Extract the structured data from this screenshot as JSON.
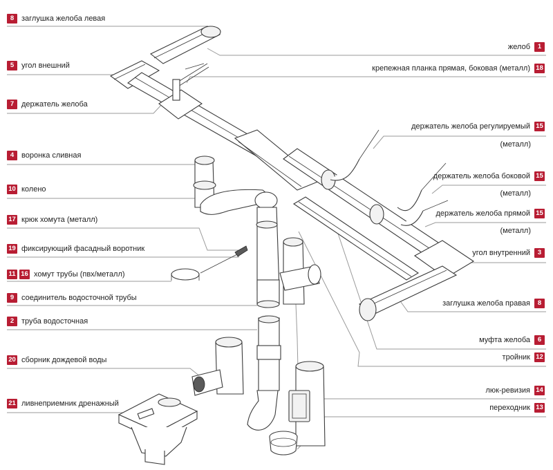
{
  "accent_color": "#b81d33",
  "left_labels": [
    {
      "num": "8",
      "text": "заглушка желоба левая"
    },
    {
      "num": "5",
      "text": "угол внешний"
    },
    {
      "num": "7",
      "text": "держатель желоба"
    },
    {
      "num": "4",
      "text": "воронка сливная"
    },
    {
      "num": "10",
      "text": "колено"
    },
    {
      "num": "17",
      "text": "крюк хомута (металл)"
    },
    {
      "num": "19",
      "text": "фиксирующий фасадный воротник"
    },
    {
      "num": "11",
      "num2": "16",
      "text": "хомут трубы (пвх/металл)"
    },
    {
      "num": "9",
      "text": "соединитель водосточной трубы"
    },
    {
      "num": "2",
      "text": "труба водосточная"
    },
    {
      "num": "20",
      "text": "сборник дождевой воды"
    },
    {
      "num": "21",
      "text": "ливнеприемник дренажный"
    }
  ],
  "right_labels": [
    {
      "num": "1",
      "text": "желоб"
    },
    {
      "num": "18",
      "text": "крепежная планка прямая, боковая (металл)"
    },
    {
      "num": "15",
      "text": "держатель желоба регулируемый",
      "sub": "(металл)"
    },
    {
      "num": "15",
      "text": "держатель желоба боковой",
      "sub": "(металл)"
    },
    {
      "num": "15",
      "text": "держатель желоба прямой",
      "sub": "(металл)"
    },
    {
      "num": "3",
      "text": "угол внутренний"
    },
    {
      "num": "8",
      "text": "заглушка желоба правая"
    },
    {
      "num": "6",
      "text": "муфта желоба"
    },
    {
      "num": "12",
      "text": "тройник"
    },
    {
      "num": "14",
      "text": "люк-ревизия"
    },
    {
      "num": "13",
      "text": "переходник"
    }
  ]
}
